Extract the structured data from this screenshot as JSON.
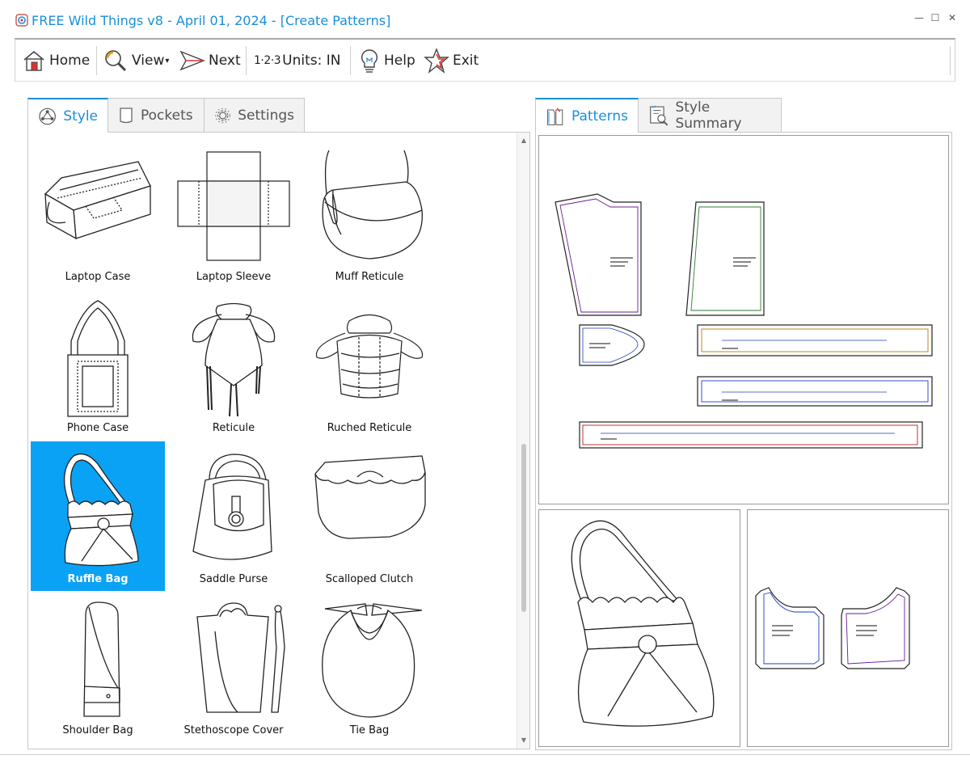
{
  "window": {
    "title": "FREE Wild Things v8 - April 01, 2024 - [Create Patterns]",
    "controls": {
      "minimize": "—",
      "maximize": "☐",
      "close": "✕"
    }
  },
  "toolbar": {
    "home": "Home",
    "view": "View",
    "view_arrow": "▾",
    "next": "Next",
    "units_icon": "1·2·3",
    "units": "Units:  IN",
    "help": "Help",
    "exit": "Exit"
  },
  "left_tabs": [
    {
      "label": "Style",
      "icon": "style-network-icon",
      "active": true
    },
    {
      "label": "Pockets",
      "icon": "pocket-icon",
      "active": false
    },
    {
      "label": "Settings",
      "icon": "gear-icon",
      "active": false
    }
  ],
  "styles": [
    {
      "label": "Laptop Case",
      "selected": false
    },
    {
      "label": "Laptop Sleeve",
      "selected": false
    },
    {
      "label": "Muff Reticule",
      "selected": false
    },
    {
      "label": "Phone Case",
      "selected": false
    },
    {
      "label": "Reticule",
      "selected": false
    },
    {
      "label": "Ruched Reticule",
      "selected": false
    },
    {
      "label": "Ruffle Bag",
      "selected": true
    },
    {
      "label": "Saddle Purse",
      "selected": false
    },
    {
      "label": "Scalloped Clutch",
      "selected": false
    },
    {
      "label": "Shoulder Bag",
      "selected": false
    },
    {
      "label": "Stethoscope Cover",
      "selected": false
    },
    {
      "label": "Tie Bag",
      "selected": false
    }
  ],
  "right_tabs": [
    {
      "label": "Patterns",
      "icon": "pattern-pieces-icon",
      "active": true
    },
    {
      "label": "Style Summary",
      "icon": "style-summary-icon",
      "active": false
    }
  ],
  "scroll": {
    "up": "▲",
    "down": "▼"
  },
  "colors": {
    "accent": "#1a8fd8",
    "selected_tile": "#0aa2f4",
    "pattern_purple": "#6a1b9a",
    "pattern_green": "#2e7d32",
    "pattern_blue": "#1f3fbf",
    "pattern_orange": "#c07a10",
    "pattern_red": "#b71c1c"
  }
}
